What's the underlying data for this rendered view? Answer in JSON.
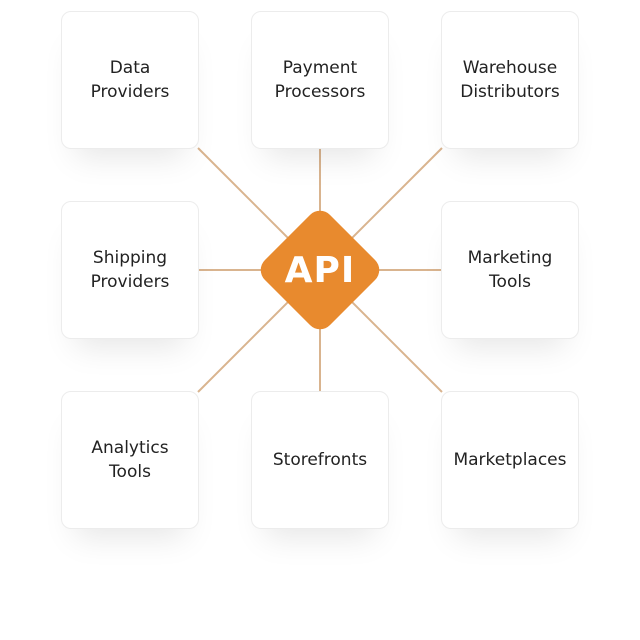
{
  "center": {
    "label": "API"
  },
  "nodes": [
    {
      "label": "Data\nProviders"
    },
    {
      "label": "Payment\nProcessors"
    },
    {
      "label": "Warehouse\nDistributors"
    },
    {
      "label": "Shipping\nProviders"
    },
    {
      "label": "Marketing\nTools"
    },
    {
      "label": "Analytics\nTools"
    },
    {
      "label": "Storefronts"
    },
    {
      "label": "Marketplaces"
    }
  ],
  "colors": {
    "accent": "#e88a2e",
    "connector": "#d9b48f"
  }
}
